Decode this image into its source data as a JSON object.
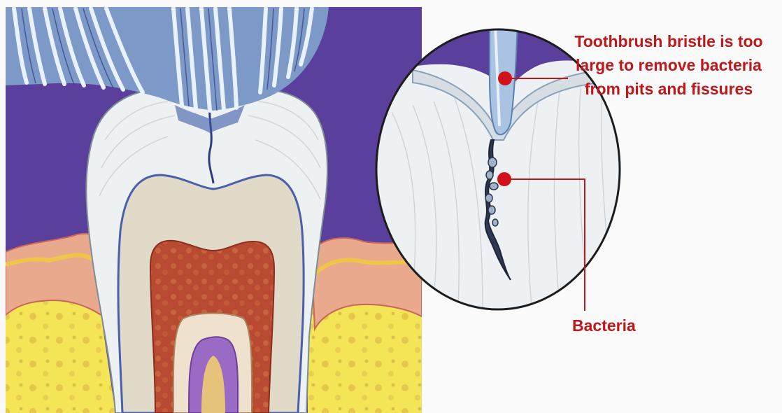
{
  "labels": {
    "bristle_line1": "Toothbrush bristle is too",
    "bristle_line2": "large to remove bacteria",
    "bristle_line3": "from pits and fissures",
    "bacteria": "Bacteria"
  },
  "colors": {
    "background": "#fafafa",
    "label_text": "#c0171b",
    "pointer_dot": "#d0121b",
    "backdrop_purple": "#5b3f9c",
    "enamel": "#eef2f4",
    "pulp": "#b8442c",
    "gum": "#eaa98c",
    "bone": "#f2e34f",
    "bristle_blue": "#8fb4dc"
  }
}
